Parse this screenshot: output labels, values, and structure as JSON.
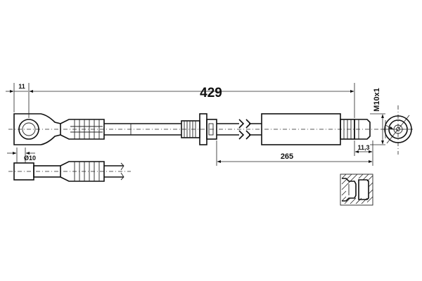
{
  "dimensions": {
    "total_length": "429",
    "end_offset": "11",
    "diameter": "Ø10",
    "sleeve_length": "265",
    "nut_offset": "11,3",
    "thread": "M10x1"
  }
}
